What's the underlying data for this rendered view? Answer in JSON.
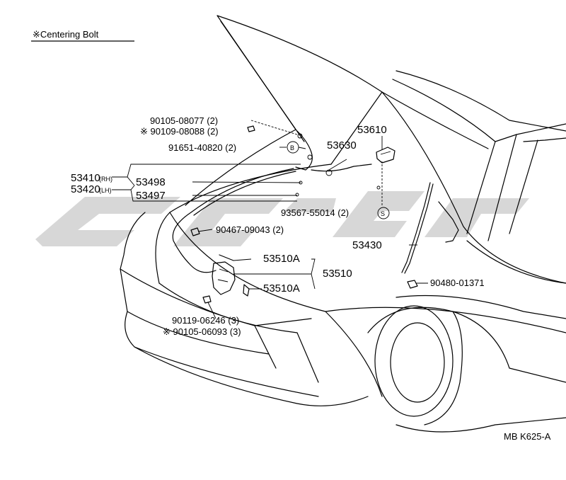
{
  "legend": {
    "text": "※Centering Bolt"
  },
  "footer": {
    "ref": "MB K625-A"
  },
  "parts": {
    "p1": "90105-08077 (2)",
    "p2": "※ 90109-08088 (2)",
    "p3": "91651-40820 (2)",
    "p3_badge": "B",
    "p4": "53630",
    "p5": "53610",
    "p6a_num": "53410",
    "p6a_suffix": "(RH)",
    "p6b_num": "53420",
    "p6b_suffix": "(LH)",
    "p7": "53498",
    "p8": "53497",
    "p9": "93567-55014 (2)",
    "p9_badge": "S",
    "p10": "90467-09043 (2)",
    "p11": "53430",
    "p12": "53510A",
    "p13": "53510",
    "p14": "53510A",
    "p15": "90480-01371",
    "p16": "90119-06246 (3)",
    "p17": "※ 90105-06093 (3)"
  }
}
